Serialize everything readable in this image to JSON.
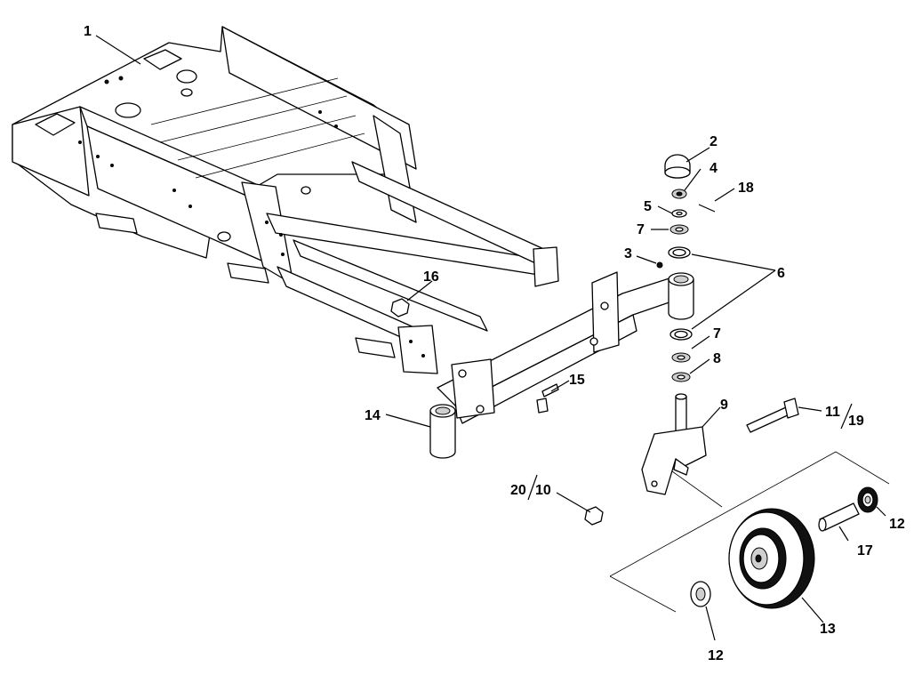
{
  "callouts": {
    "c1": "1",
    "c2": "2",
    "c3": "3",
    "c4": "4",
    "c5": "5",
    "c6": "6",
    "c7a": "7",
    "c7b": "7",
    "c8": "8",
    "c9": "9",
    "c11": "11",
    "c19": "19",
    "c12a": "12",
    "c12b": "12",
    "c13": "13",
    "c14": "14",
    "c15": "15",
    "c16": "16",
    "c17": "17",
    "c18": "18",
    "c20": "20",
    "c10": "10"
  }
}
